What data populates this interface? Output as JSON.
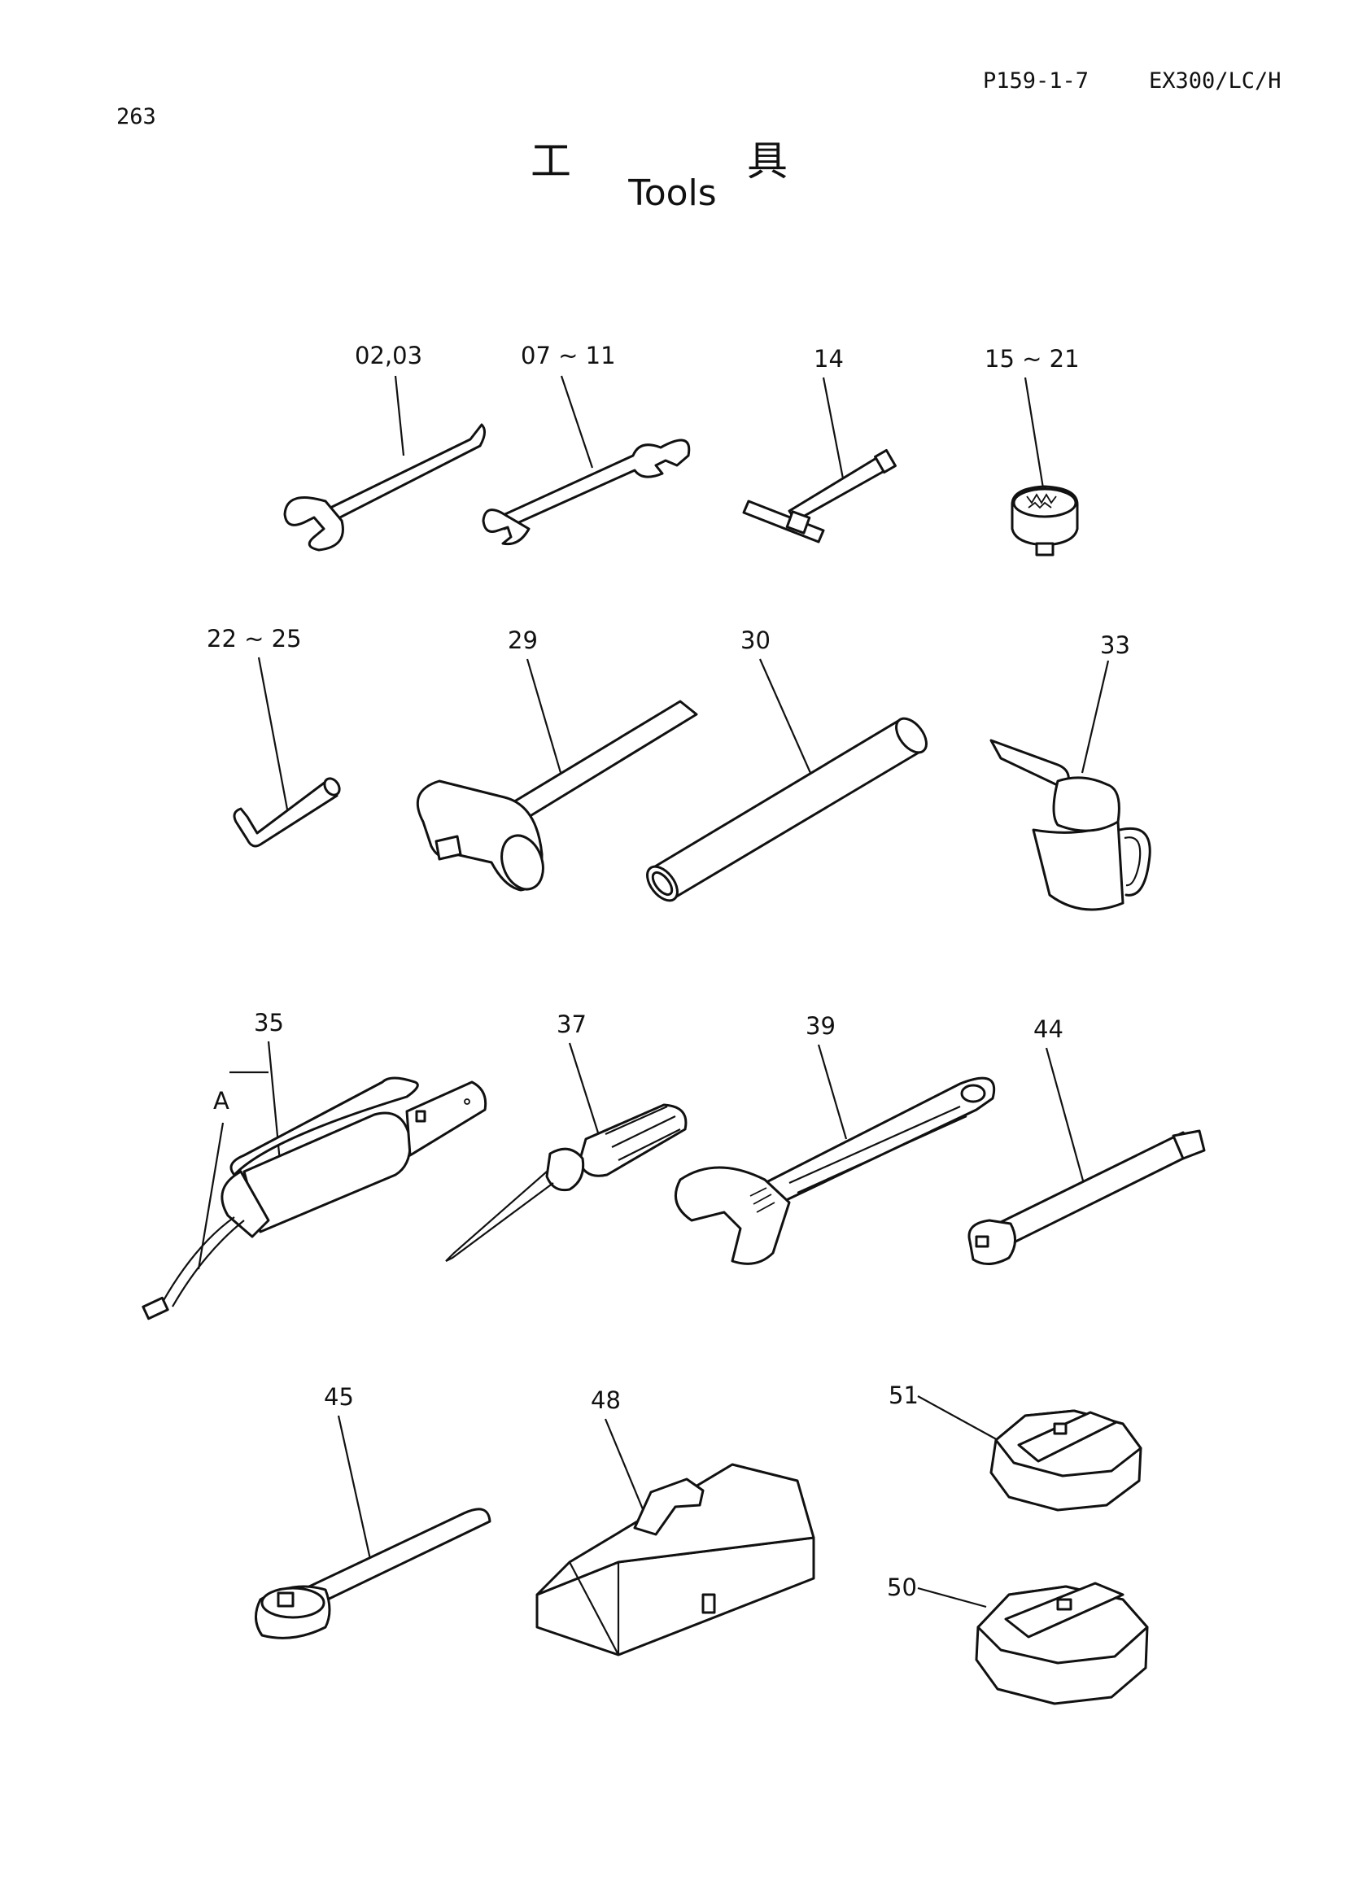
{
  "header": {
    "page_number": "263",
    "page_code": "P159-1-7",
    "model": "EX300/LC/H"
  },
  "title": {
    "jp_char_1": "工",
    "jp_char_2": "具",
    "en": "Tools"
  },
  "callouts": {
    "c0203": "02,03",
    "c0711": "07 ~ 11",
    "c14": "14",
    "c1521": "15 ~ 21",
    "c2225": "22 ~ 25",
    "c29": "29",
    "c30": "30",
    "c33": "33",
    "c35": "35",
    "cA": "A",
    "c37": "37",
    "c39": "39",
    "c44": "44",
    "c45": "45",
    "c48": "48",
    "c51": "51",
    "c50": "50"
  }
}
